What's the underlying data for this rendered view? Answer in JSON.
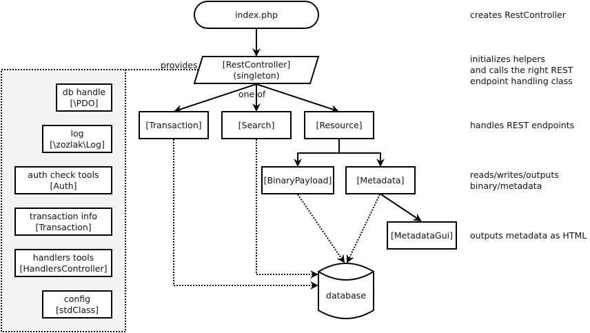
{
  "diagram": {
    "entry": {
      "label": "index.php"
    },
    "controller": {
      "line1": "[RestController]",
      "line2": "(singleton)"
    },
    "edge_labels": {
      "provides": "provides",
      "one_of": "one of"
    },
    "handlers": [
      {
        "label": "[Transaction]"
      },
      {
        "label": "[Search]"
      },
      {
        "label": "[Resource]"
      }
    ],
    "resource_children": [
      {
        "label": "[BinaryPayload]"
      },
      {
        "label": "[Metadata]"
      }
    ],
    "metadata_gui": {
      "label": "[MetadataGui]"
    },
    "database": {
      "label": "database"
    },
    "helpers": [
      {
        "line1": "db handle",
        "line2": "[\\PDO]"
      },
      {
        "line1": "log",
        "line2": "[\\zozlak\\Log]"
      },
      {
        "line1": "auth check tools",
        "line2": "[Auth]"
      },
      {
        "line1": "transaction info",
        "line2": "[Transaction]"
      },
      {
        "line1": "handlers tools",
        "line2": "[HandlersController]"
      },
      {
        "line1": "config",
        "line2": "[stdClass]"
      }
    ],
    "notes": [
      {
        "lines": [
          "creates RestController"
        ]
      },
      {
        "lines": [
          "initializes helpers",
          "and calls the right REST",
          "endpoint handling class"
        ]
      },
      {
        "lines": [
          "handles REST endpoints"
        ]
      },
      {
        "lines": [
          "reads/writes/outputs",
          "binary/metadata"
        ]
      },
      {
        "lines": [
          "outputs metadata as HTML"
        ]
      }
    ]
  }
}
